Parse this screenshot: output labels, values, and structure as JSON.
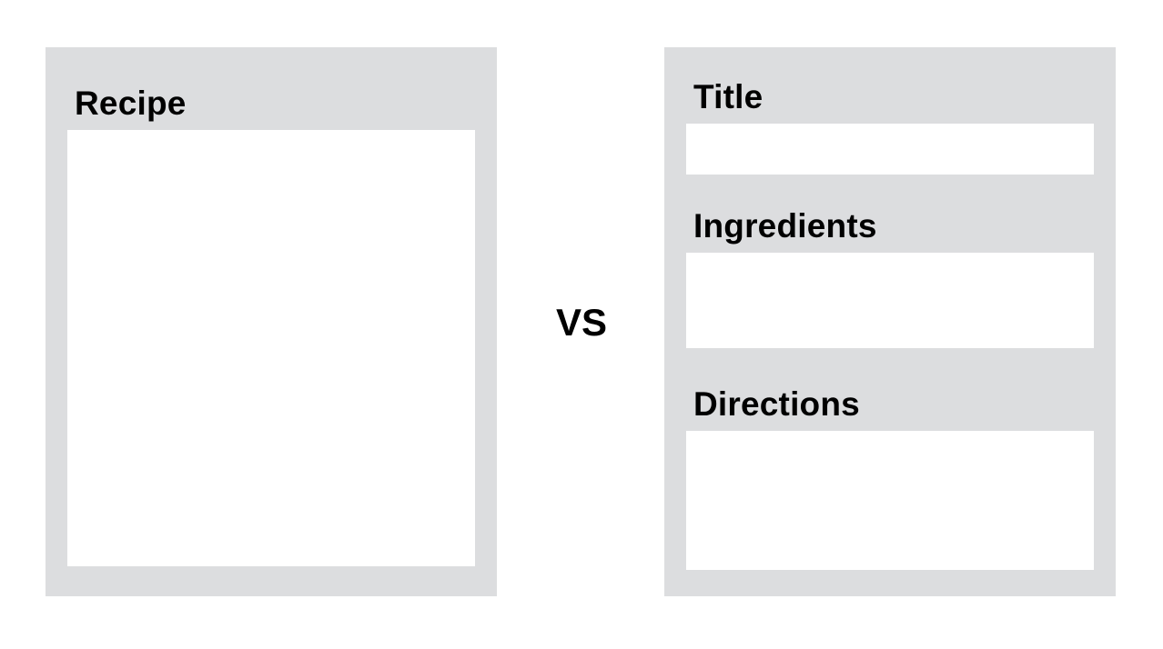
{
  "left_panel": {
    "label": "Recipe"
  },
  "separator": {
    "text": "VS"
  },
  "right_panel": {
    "fields": [
      {
        "label": "Title"
      },
      {
        "label": "Ingredients"
      },
      {
        "label": "Directions"
      }
    ]
  },
  "colors": {
    "panel_background": "#dcdddf",
    "field_background": "#ffffff",
    "text": "#000000"
  }
}
